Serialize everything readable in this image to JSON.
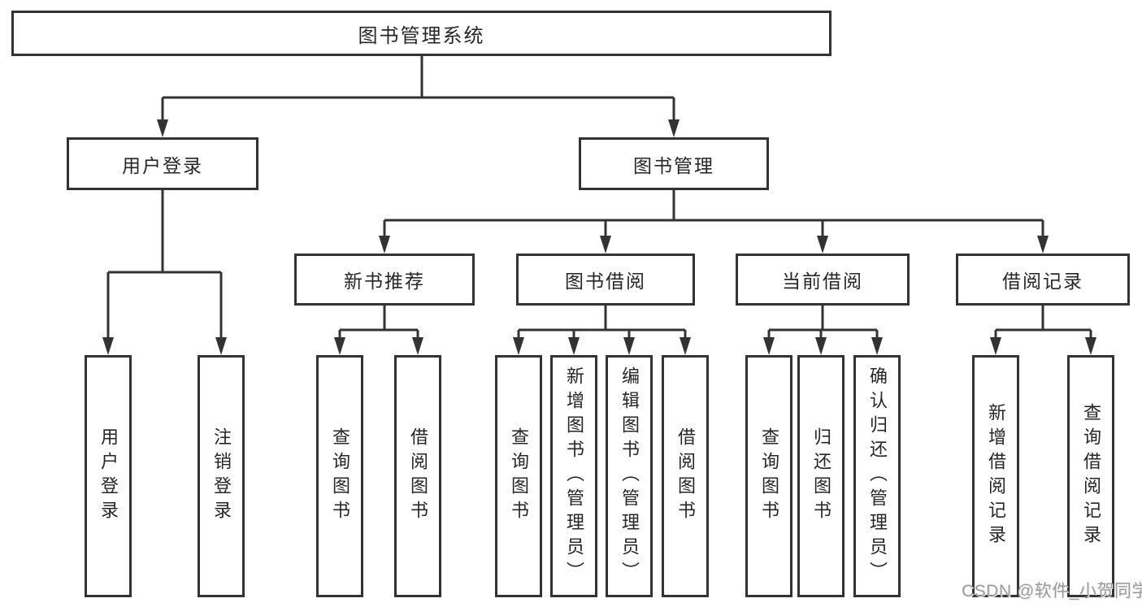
{
  "diagram": {
    "root": {
      "label": "图书管理系统"
    },
    "level2": {
      "user_login": {
        "label": "用户登录"
      },
      "book_management": {
        "label": "图书管理"
      }
    },
    "level3": {
      "new_book_recommend": {
        "label": "新书推荐"
      },
      "book_borrowing": {
        "label": "图书借阅"
      },
      "current_borrowing": {
        "label": "当前借阅"
      },
      "borrowing_records": {
        "label": "借阅记录"
      }
    },
    "leaves": {
      "user_login": [
        "用户登录",
        "注销登录"
      ],
      "new_book_recommend": [
        "查询图书",
        "借阅图书"
      ],
      "book_borrowing": [
        "查询图书",
        "新增图书（管理员）",
        "编辑图书（管理员）",
        "借阅图书"
      ],
      "current_borrowing": [
        "查询图书",
        "归还图书",
        "确认归还（管理员）"
      ],
      "borrowing_records": [
        "新增借阅记录",
        "查询借阅记录"
      ]
    }
  },
  "watermark": {
    "text": "CSDN @软件_小贺同学"
  },
  "colors": {
    "line": "#333333",
    "text": "#262626",
    "background": "#ffffff",
    "watermark": "#9c9c9c"
  }
}
